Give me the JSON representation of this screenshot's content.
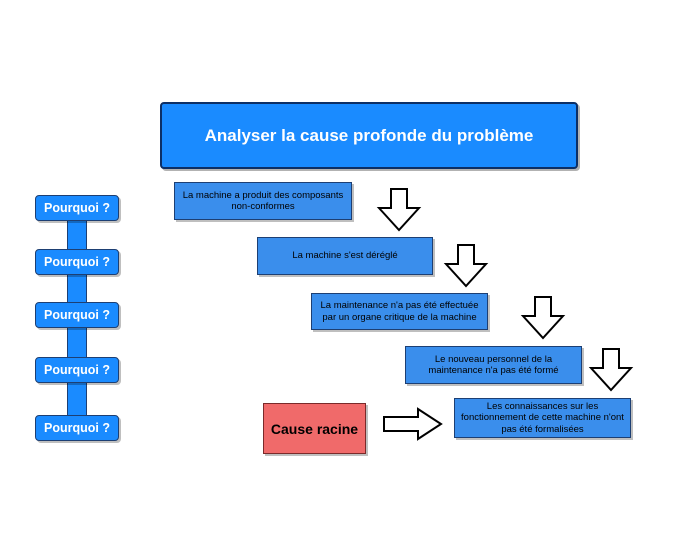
{
  "title": "Analyser la cause profonde du problème",
  "why_label": "Pourquoi ?",
  "why_items": [
    "Pourquoi ?",
    "Pourquoi ?",
    "Pourquoi ?",
    "Pourquoi ?",
    "Pourquoi ?"
  ],
  "steps": [
    "La machine a produit des composants non-conformes",
    "La machine s'est déréglé",
    "La maintenance n'a pas été effectuée par un organe critique de la machine",
    "Le nouveau personnel de la maintenance n'a pas été formé",
    "Les connaissances sur les fonctionnement de cette machine n'ont pas été formalisées"
  ],
  "root_cause_label": "Cause racine",
  "colors": {
    "box_blue": "#3a8eec",
    "title_blue": "#1a8bff",
    "root_red": "#f06a6a"
  }
}
